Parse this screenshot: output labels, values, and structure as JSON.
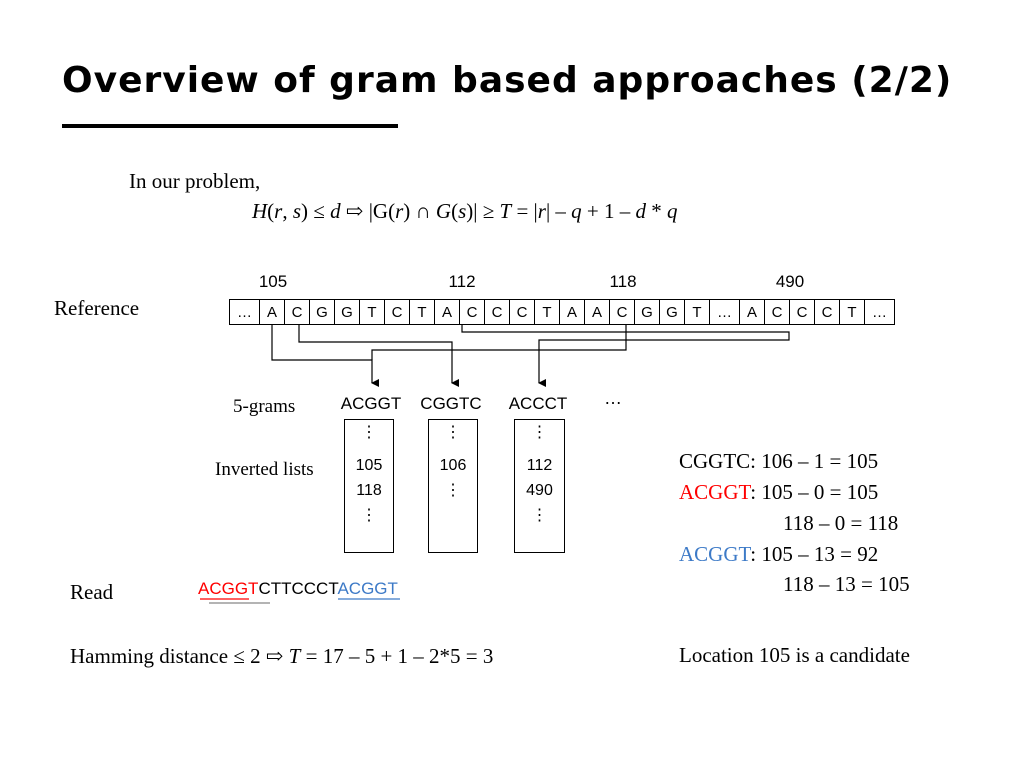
{
  "slide": {
    "title": "Overview of gram based approaches (2/2)",
    "intro": "In our problem,",
    "formula": {
      "H": "H",
      "open": "(",
      "r1": "r",
      "comma": ", ",
      "s1": "s",
      "close_le": ") ≤ ",
      "d1": "d",
      "arrow": " ⇨ ",
      "bar_G": "|G",
      "open2": "(",
      "r2": "r",
      "close_cap": ") ∩ ",
      "G2": "G",
      "open3": "(",
      "s2": "s",
      "close_ge": ")| ≥ ",
      "T": "T",
      "eq_bar": " = |",
      "r3": "r",
      "bar_minus": "| – ",
      "q1": "q",
      "plus_one_minus": " + 1 – ",
      "d2": "d",
      "times": " * ",
      "q2": "q"
    },
    "reference": {
      "label": "Reference",
      "positions": [
        "105",
        "112",
        "118",
        "490"
      ],
      "sequence": [
        "…",
        "A",
        "C",
        "G",
        "G",
        "T",
        "C",
        "T",
        "A",
        "C",
        "C",
        "C",
        "T",
        "A",
        "A",
        "C",
        "G",
        "G",
        "T",
        "…",
        "A",
        "C",
        "C",
        "C",
        "T",
        "…"
      ]
    },
    "grams": {
      "label": "5-grams",
      "items": [
        "ACGGT",
        "CGGTC",
        "ACCCT"
      ],
      "more": "…"
    },
    "inverted_lists": {
      "label": "Inverted lists",
      "lists": [
        {
          "top": "⋮",
          "values": [
            "105",
            "118"
          ],
          "bottom": "⋮"
        },
        {
          "top": "⋮",
          "values": [
            "106"
          ],
          "bottom": "⋮"
        },
        {
          "top": "⋮",
          "values": [
            "112",
            "490"
          ],
          "bottom": "⋮"
        }
      ]
    },
    "calculations": {
      "line1": "CGGTC: 106 – 1 = 105",
      "acggt_red": "ACGGT",
      "line2_rest": ": 105 – 0 = 105",
      "line3": "118 – 0 = 118",
      "acggt_blue": "ACGGT",
      "line4_rest": ": 105 – 13 = 92",
      "line5": "118 – 13 = 105"
    },
    "read": {
      "label": "Read",
      "seq_red": "ACGGT",
      "seq_mid": "CTTCCCT",
      "seq_blue": "ACGGT"
    },
    "hamming": {
      "prefix": "Hamming distance ≤ 2 ⇨ ",
      "T": "T",
      "rest": " = 17 – 5 + 1 – 2*5 = 3"
    },
    "conclusion": "Location 105 is a candidate",
    "colors": {
      "red": "#ff0000",
      "blue": "#3d7ac7",
      "text": "#000000"
    }
  }
}
